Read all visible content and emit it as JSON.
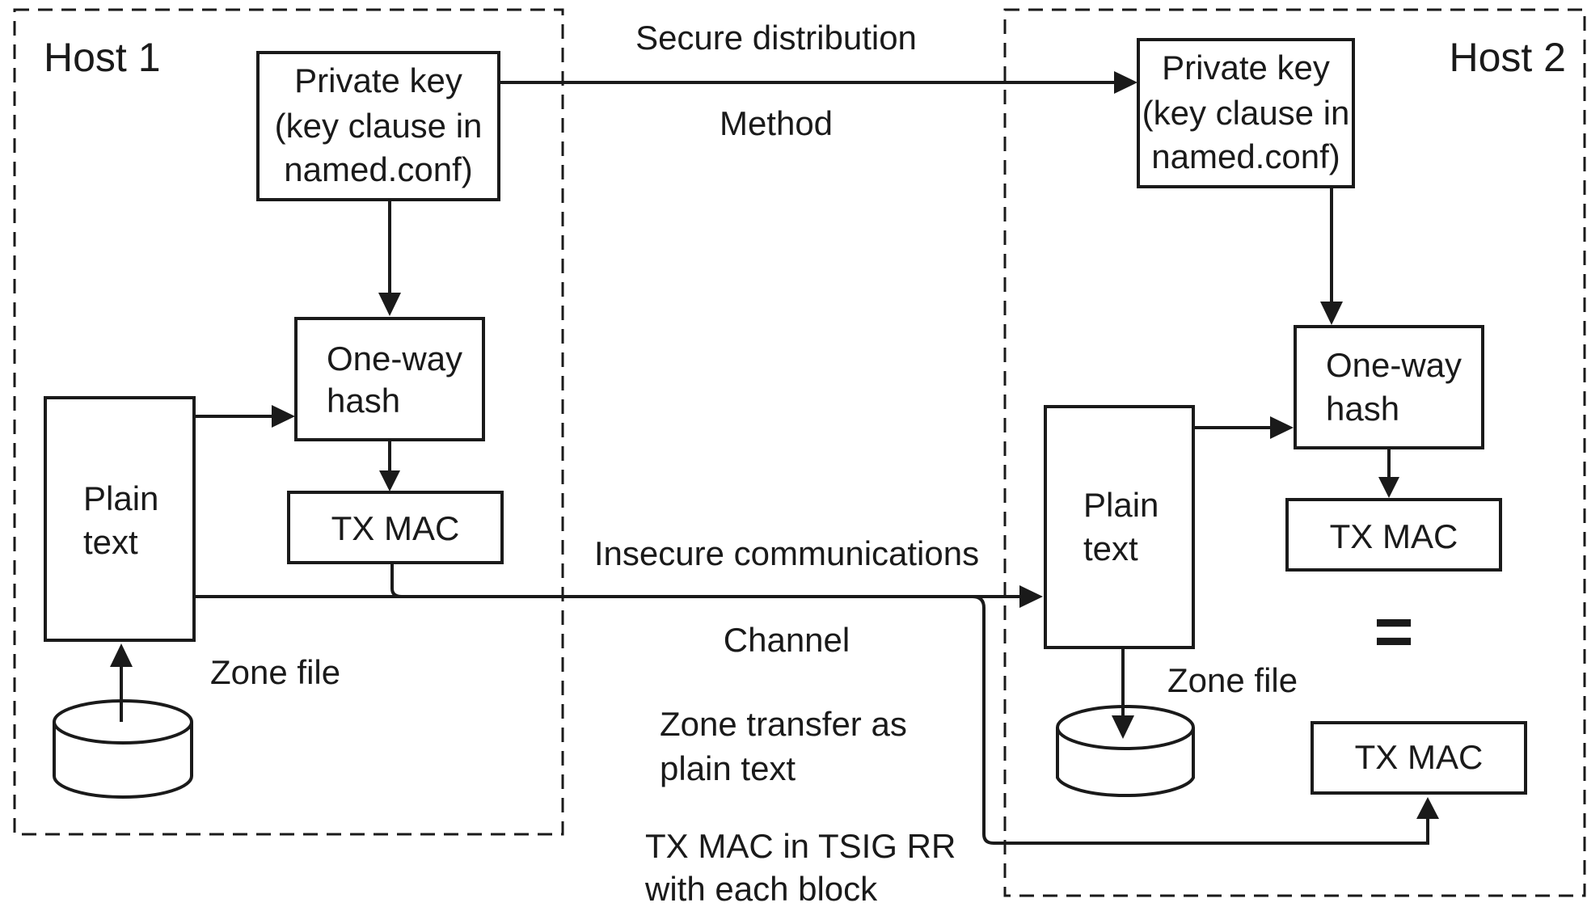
{
  "colors": {
    "ink": "#1a1a1a",
    "background": "#ffffff"
  },
  "host1": {
    "title": "Host 1",
    "private_key": [
      "Private key",
      "(key clause in",
      "named.conf)"
    ],
    "hash": [
      "One-way",
      "hash"
    ],
    "tx_mac": "TX MAC",
    "plain_text": [
      "Plain",
      "text"
    ],
    "zone_file": "Zone file"
  },
  "host2": {
    "title": "Host 2",
    "private_key": [
      "Private key",
      "(key clause in",
      "named.conf)"
    ],
    "hash": [
      "One-way",
      "hash"
    ],
    "tx_mac_computed": "TX MAC",
    "equals": "=",
    "tx_mac_received": "TX MAC",
    "plain_text": [
      "Plain",
      "text"
    ],
    "zone_file": "Zone file"
  },
  "middle": {
    "secure_distribution": "Secure distribution",
    "method": "Method",
    "insecure_communications": "Insecure communications",
    "channel": "Channel",
    "zone_transfer": [
      "Zone transfer as",
      "plain text"
    ],
    "tx_mac_tsig": [
      "TX MAC in TSIG RR",
      "with each block"
    ]
  }
}
